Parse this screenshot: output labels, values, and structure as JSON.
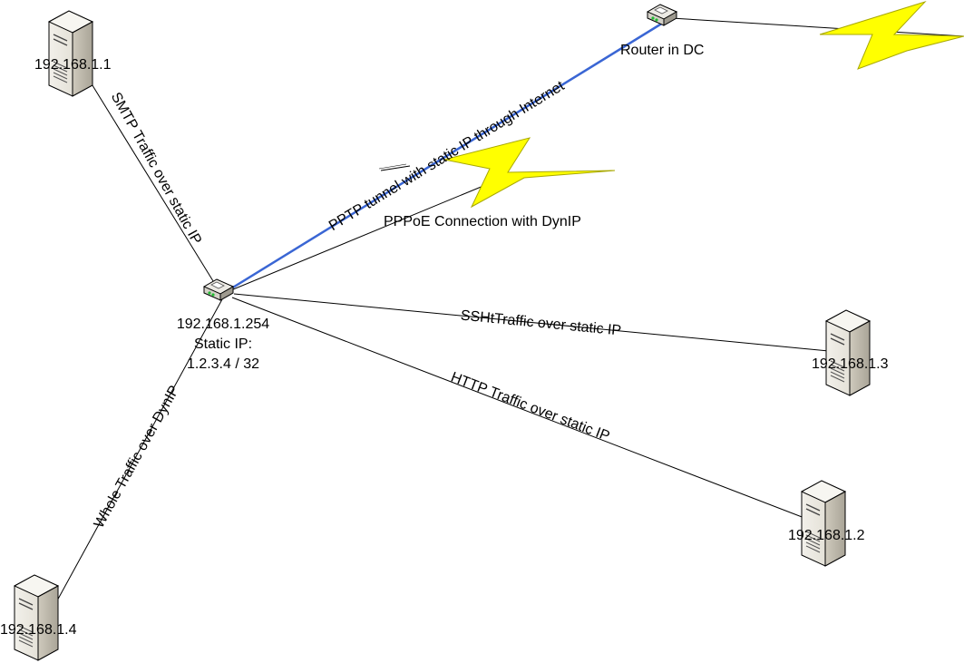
{
  "nodes": {
    "server_1": {
      "label": "192.168.1.1"
    },
    "server_2": {
      "label": "192.168.1.2"
    },
    "server_3": {
      "label": "192.168.1.3"
    },
    "server_4": {
      "label": "192.168.1.4"
    },
    "router_local": {
      "lines": [
        "192.168.1.254",
        "Static IP:",
        "1.2.3.4 / 32"
      ]
    },
    "router_dc": {
      "label": "Router in DC"
    }
  },
  "links": {
    "smtp": "SMTP Traffic over static IP",
    "pptp": "PPTP tunnel with static IP through Internet",
    "pppoe": "PPPoE Connection with DynIP",
    "ssh": "SSHtTraffic over static IP",
    "http": "HTTP Traffic over static IP",
    "whole": "Whole Traffic over DynIP"
  },
  "colors": {
    "tunnel": "#3a66d4",
    "lightning": "#ffff00",
    "server_body": "#e8e5dc"
  }
}
